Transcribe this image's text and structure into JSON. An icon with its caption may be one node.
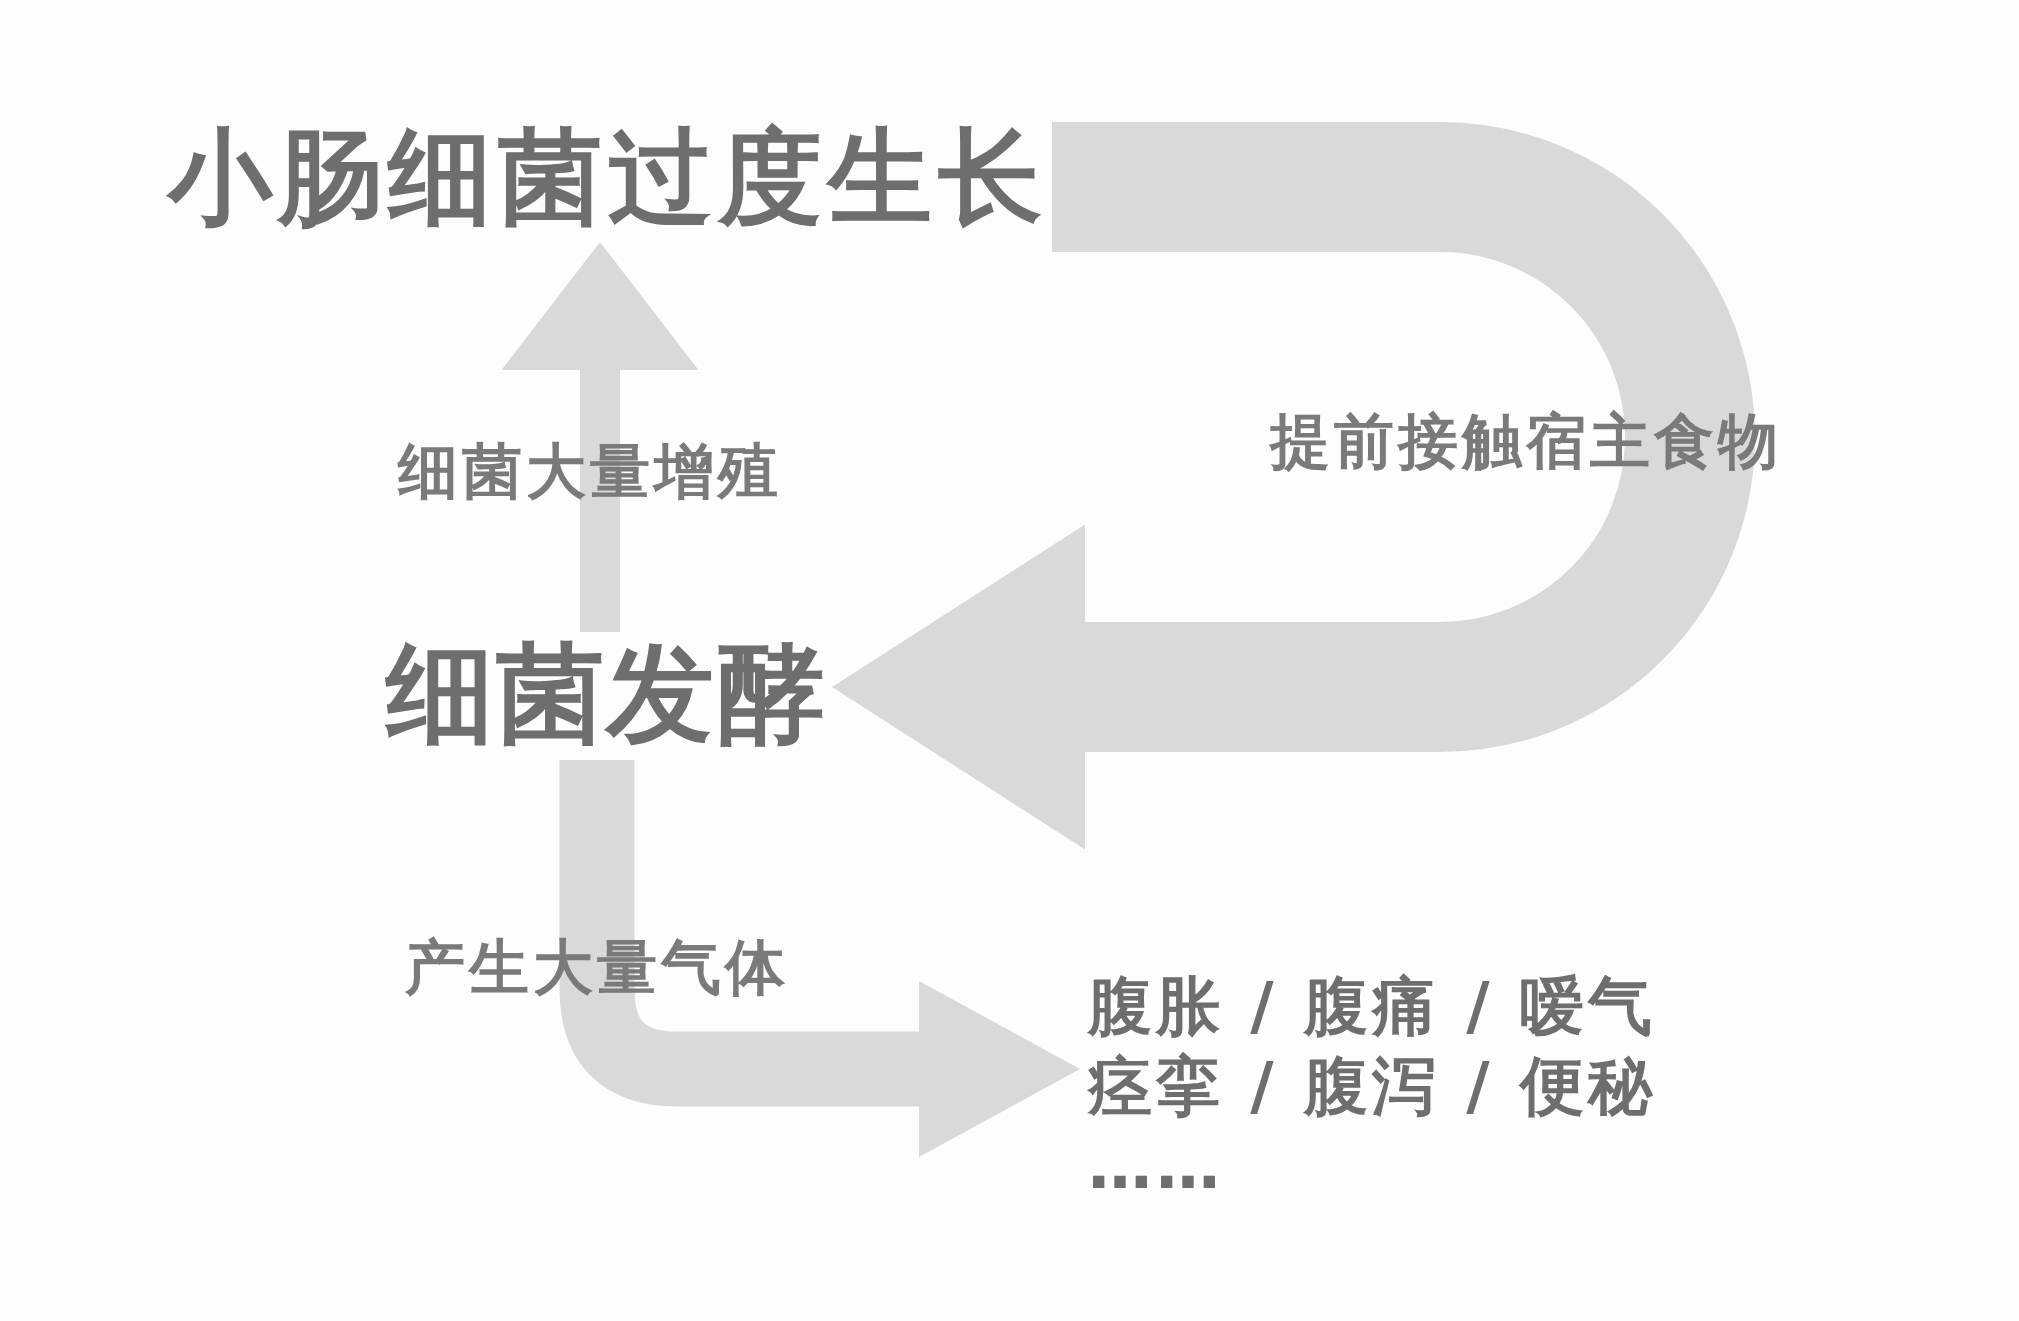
{
  "diagram": {
    "nodes": [
      {
        "text": [
          "小肠细菌过度生长"
        ]
      },
      {
        "text": [
          "细菌发酵"
        ]
      },
      {
        "text": [
          "腹胀 / 腹痛 / 嗳气",
          "痉挛 / 腹泻 / 便秘",
          "……"
        ]
      }
    ],
    "edges": [
      {
        "from": 1,
        "to": 0,
        "arrow": "to",
        "label": "细菌大量增殖"
      },
      {
        "from": 0,
        "to": 1,
        "arrow": "to",
        "label": "提前接触宿主食物"
      },
      {
        "from": 1,
        "to": 2,
        "arrow": "to",
        "label": "产生大量气体"
      }
    ]
  }
}
